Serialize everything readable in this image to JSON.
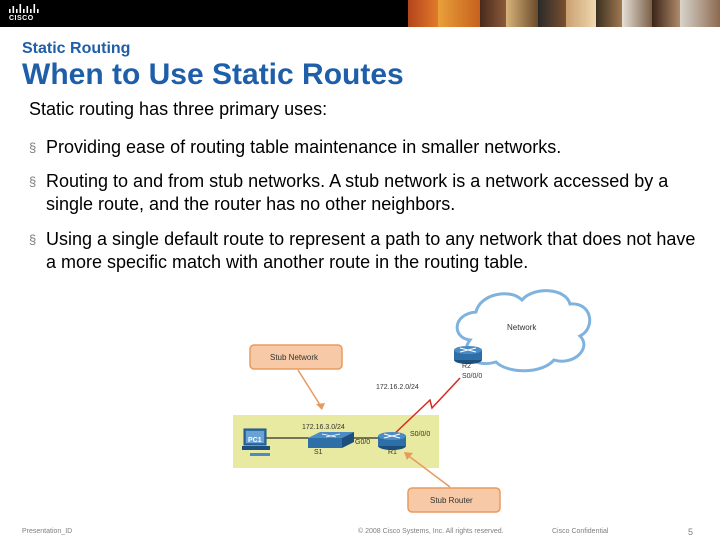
{
  "header": {
    "logo_text": "CISCO"
  },
  "slide": {
    "subtitle": "Static Routing",
    "title": "When to Use Static Routes",
    "intro": "Static routing has three primary uses:",
    "bullets": [
      "Providing ease of routing table maintenance in smaller networks.",
      "Routing to and from stub networks. A stub network is a network accessed by a single route, and the router has no other neighbors.",
      "Using a single default route to represent a path to any network that does not have a more specific match with another route in the routing table."
    ],
    "bullet_marker": "§"
  },
  "diagram": {
    "cloud_label": "Network",
    "stub_network_label": "Stub Network",
    "stub_router_label": "Stub Router",
    "r2_label": "R2",
    "r2_interface": "S0/0/0",
    "wan_subnet": "172.16.2.0/24",
    "lan_subnet": "172.16.3.0/24",
    "pc_label": "PC1",
    "switch_label": "S1",
    "r1_label": "R1",
    "r1_g_interface": "G0/0",
    "r1_s_interface": "S0/0/0"
  },
  "footer": {
    "presentation_id": "Presentation_ID",
    "copyright": "© 2008 Cisco Systems, Inc. All rights reserved.",
    "confidential": "Cisco Confidential",
    "page_number": "5"
  },
  "colors": {
    "title_blue": "#1f5ea8",
    "callout_fill": "#f7c9a6",
    "callout_border": "#e89a5e",
    "lan_area": "#e7eaa0",
    "router_blue": "#2f6fa8",
    "wan_link": "#d62a1f"
  }
}
